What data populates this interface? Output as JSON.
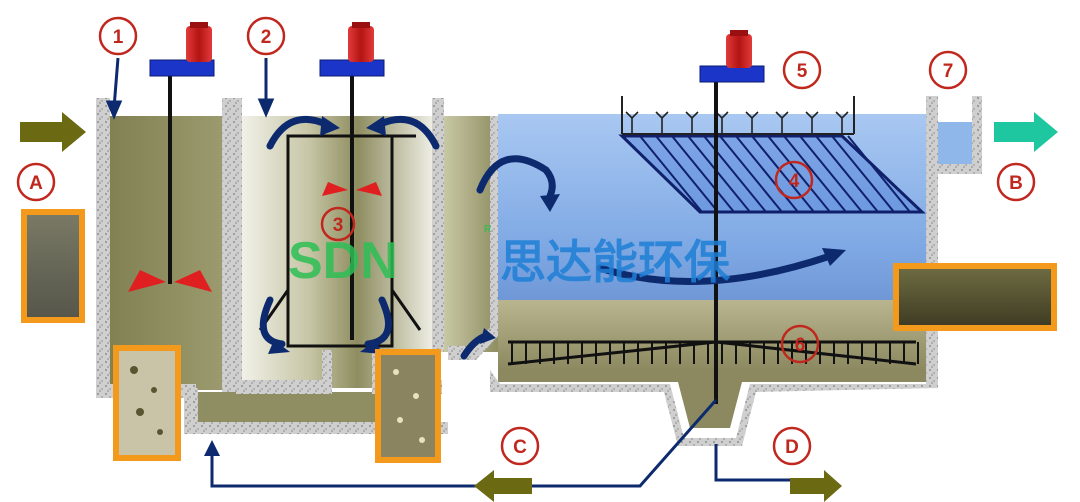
{
  "labels": {
    "n1": "1",
    "n2": "2",
    "n3": "3",
    "n4": "4",
    "n5": "5",
    "n6": "6",
    "n7": "7",
    "A": "A",
    "B": "B",
    "C": "C",
    "D": "D"
  },
  "watermark": {
    "latin": "SDN",
    "registered": "R",
    "chinese": "思达能环保"
  },
  "colors": {
    "label_red": "#c0281e",
    "frame_orange": "#f39a1d",
    "flow_navy": "#0d2a6e",
    "inlet_arrow_olive": "#6b6a12",
    "outlet_arrow_teal": "#1fc7a0",
    "clear_water_blue": "#8fb7ea",
    "mixed_liquor": "#8b8a5c",
    "sludge": "#9b9875",
    "motor_red": "#cc1f1f",
    "motor_base_blue": "#1a35c8",
    "wall_gray": "#c9c9c9",
    "watermark_green": "#2dbf55",
    "watermark_blue": "#1f7fd6"
  },
  "icons": [
    "motor-icon",
    "flow-arrow-icon",
    "impeller-icon",
    "sludge-sample-icon"
  ]
}
